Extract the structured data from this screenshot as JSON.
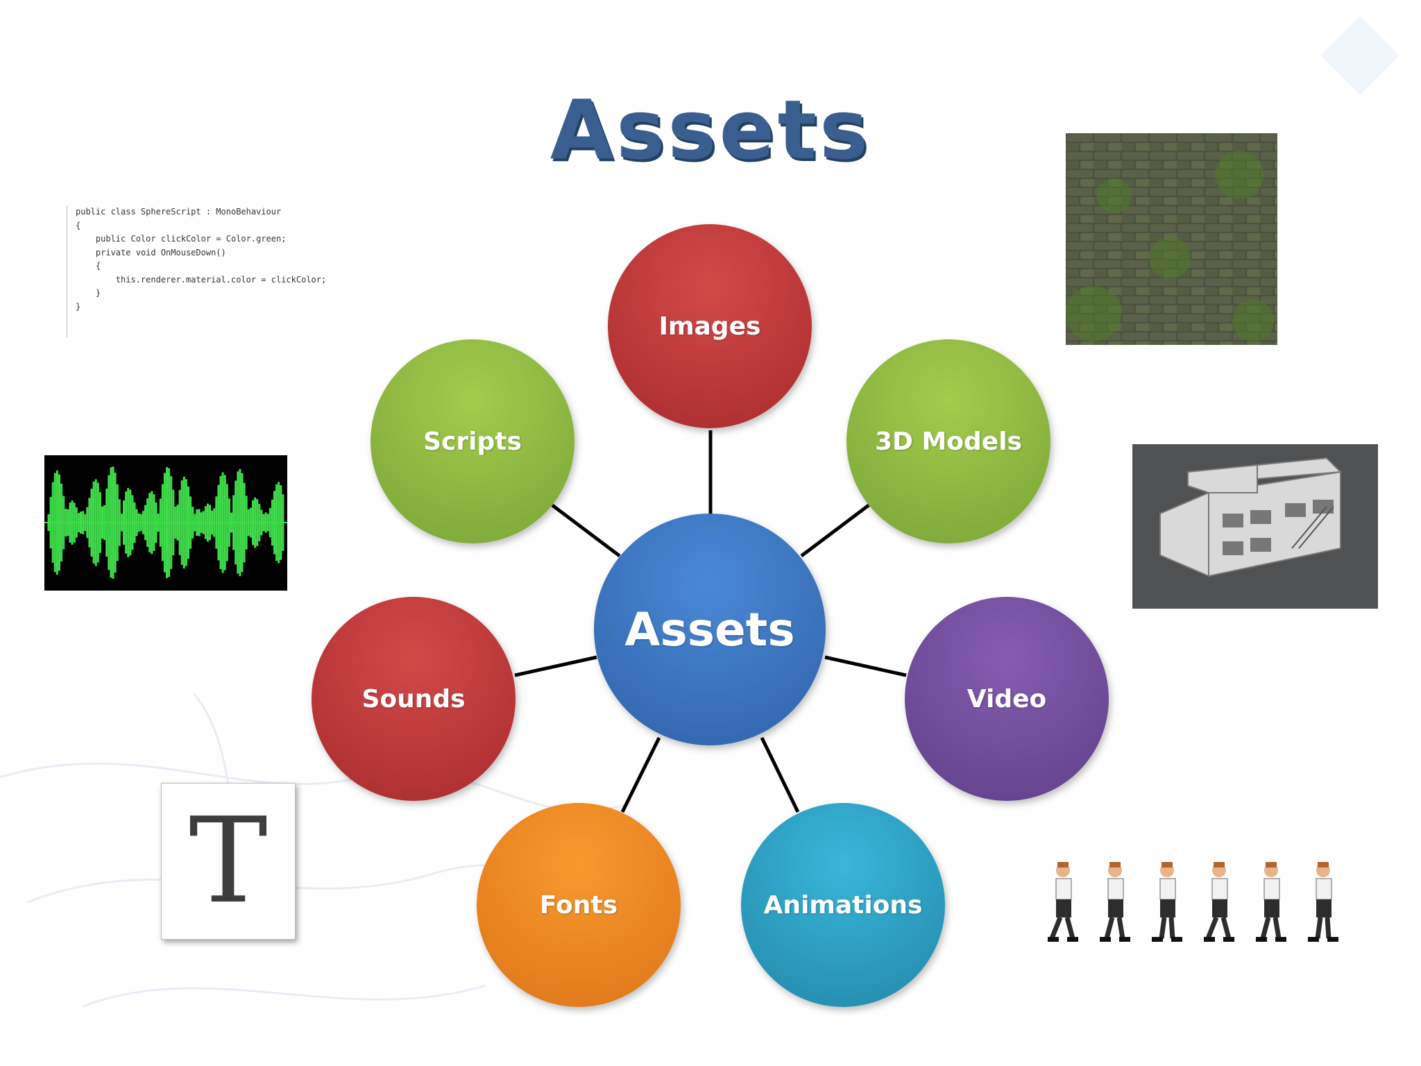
{
  "slide": {
    "title": "Assets"
  },
  "diagram": {
    "center": {
      "label": "Assets",
      "color": "#3a77c4"
    },
    "nodes": [
      {
        "id": "images",
        "label": "Images",
        "color": "#c0363a"
      },
      {
        "id": "3d-models",
        "label": "3D Models",
        "color": "#8fba3e"
      },
      {
        "id": "video",
        "label": "Video",
        "color": "#744f9e"
      },
      {
        "id": "animations",
        "label": "Animations",
        "color": "#2ea4c6"
      },
      {
        "id": "fonts",
        "label": "Fonts",
        "color": "#f08a24"
      },
      {
        "id": "sounds",
        "label": "Sounds",
        "color": "#c0363a"
      },
      {
        "id": "scripts",
        "label": "Scripts",
        "color": "#8fba3e"
      }
    ]
  },
  "pictures": {
    "script": {
      "lines": [
        "public class SphereScript : MonoBehaviour",
        "{",
        "    public Color clickColor = Color.green;",
        "",
        "    private void OnMouseDown()",
        "    {",
        "        this.renderer.material.color = clickColor;",
        "    }",
        "}"
      ]
    },
    "font_glyph": "T"
  }
}
